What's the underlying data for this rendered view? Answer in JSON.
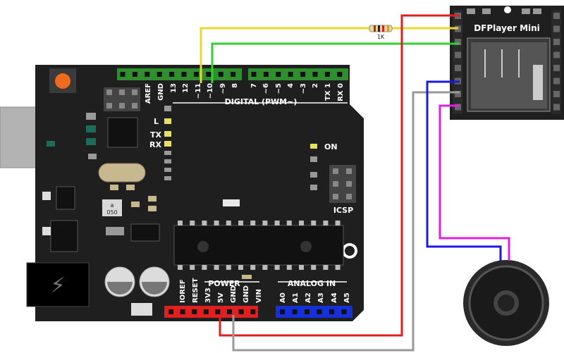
{
  "arduino": {
    "digital_pins": [
      "AREF",
      "GND",
      "13",
      "12",
      "~11",
      "~10",
      "~9",
      "8",
      "7",
      "~6",
      "~5",
      "4",
      "~3",
      "2",
      "TX 1",
      "RX 0"
    ],
    "digital_header_label": "DIGITAL (PWM~)",
    "power_header_label": "POWER",
    "power_pins": [
      "IOREF",
      "RESET",
      "3V3",
      "5V",
      "GND",
      "GND",
      "VIN"
    ],
    "analog_header_label": "ANALOG IN",
    "analog_pins": [
      "A0",
      "A1",
      "A2",
      "A3",
      "A4",
      "A5"
    ],
    "led_labels": {
      "l": "L",
      "tx": "TX",
      "rx": "RX",
      "on": "ON"
    },
    "icsp_label": "ICSP",
    "crystal_label": "a",
    "crystal_code": "050"
  },
  "resistor_label": "1K",
  "module_title": "DFPlayer Mini",
  "wire_colors": {
    "red": "#e02020",
    "yellow": "#e8d830",
    "green": "#30d030",
    "blue": "#1a1ae0",
    "gray": "#999999",
    "magenta": "#e020e0"
  },
  "colors": {
    "board": "#1f1f1f",
    "header_green": "#2f8f2f",
    "header_red": "#e02020",
    "header_blue": "#1530d8",
    "reset_button": "#ee6a1c"
  }
}
